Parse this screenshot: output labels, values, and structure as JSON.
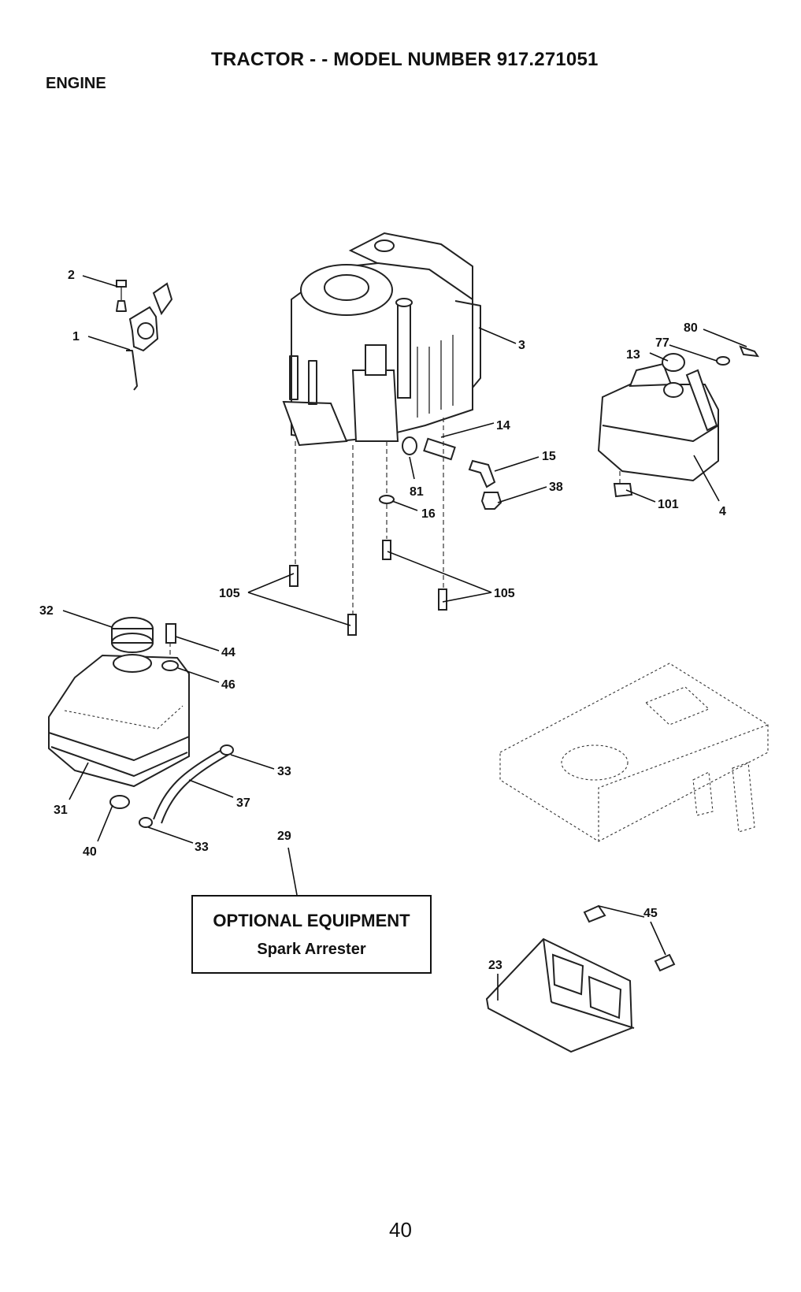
{
  "header": {
    "title": "TRACTOR - - MODEL NUMBER 917.271051",
    "section": "ENGINE"
  },
  "optional_box": {
    "title": "OPTIONAL EQUIPMENT",
    "subtitle": "Spark Arrester"
  },
  "callouts": {
    "c1": "1",
    "c2": "2",
    "c3": "3",
    "c4": "4",
    "c13": "13",
    "c14": "14",
    "c15": "15",
    "c16": "16",
    "c23": "23",
    "c29": "29",
    "c31": "31",
    "c32": "32",
    "c33a": "33",
    "c33b": "33",
    "c37": "37",
    "c38": "38",
    "c40": "40",
    "c44": "44",
    "c45": "45",
    "c46": "46",
    "c77": "77",
    "c80": "80",
    "c81": "81",
    "c101": "101",
    "c105a": "105",
    "c105b": "105"
  },
  "footer": {
    "page_number": "40"
  }
}
